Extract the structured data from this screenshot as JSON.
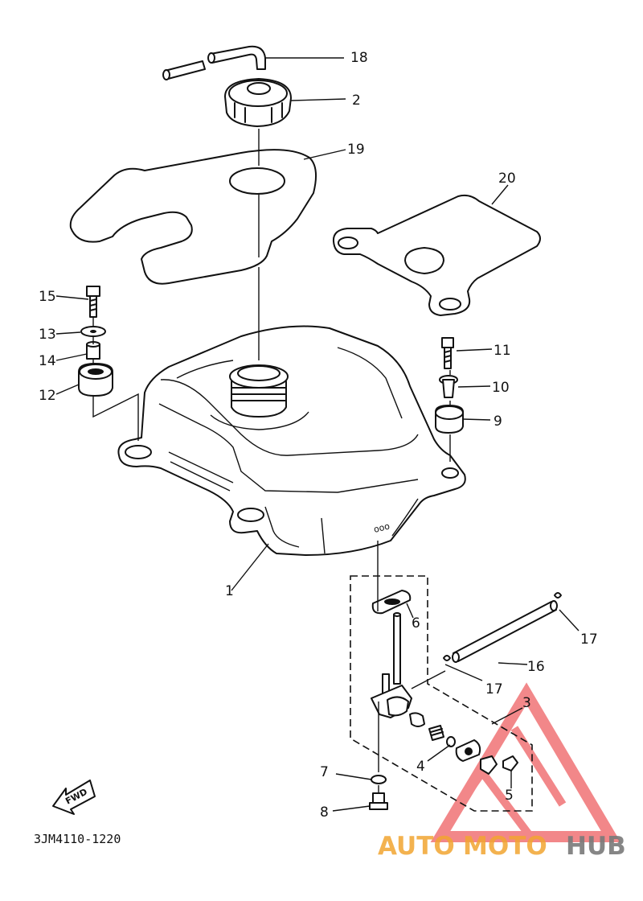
{
  "diagram": {
    "part_code": "3JM4110-1220",
    "fwd_label": "FWD",
    "callouts": [
      "18",
      "2",
      "19",
      "20",
      "15",
      "13",
      "14",
      "12",
      "11",
      "10",
      "9",
      "1",
      "6",
      "17",
      "16",
      "17",
      "3",
      "4",
      "7",
      "5",
      "8"
    ]
  },
  "watermark": {
    "brand_auto": "AUTO",
    "brand_moto": "MOTO",
    "brand_hub": "HUB",
    "color_red": "#e8262a",
    "color_orange": "#f2a531",
    "color_gray": "#7a7a7a"
  }
}
